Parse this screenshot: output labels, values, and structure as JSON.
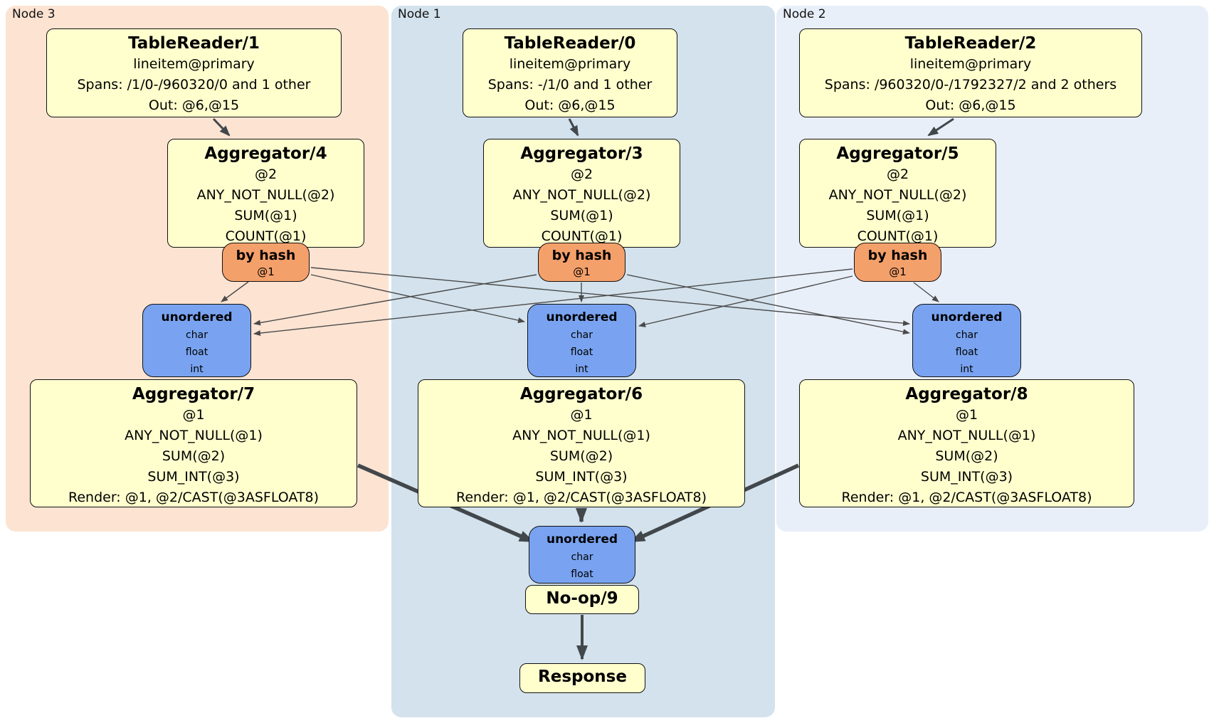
{
  "regions": [
    {
      "id": "node3",
      "label": "Node 3",
      "bg": "#fce3d2"
    },
    {
      "id": "node1",
      "label": "Node 1",
      "bg": "#d3e2ed"
    },
    {
      "id": "node2",
      "label": "Node 2",
      "bg": "#e9eff9"
    }
  ],
  "colors": {
    "processor_bg": "#ffffce",
    "router_bg": "#f4a06b",
    "sync_bg": "#79a3f0",
    "edge": "#444444",
    "page_bg": "#ffffff"
  },
  "processors": {
    "tr1": {
      "title": "TableReader/1",
      "lines": [
        "lineitem@primary",
        "Spans: /1/0-/960320/0 and 1 other",
        "Out: @6,@15"
      ]
    },
    "tr0": {
      "title": "TableReader/0",
      "lines": [
        "lineitem@primary",
        "Spans: -/1/0 and 1 other",
        "Out: @6,@15"
      ]
    },
    "tr2": {
      "title": "TableReader/2",
      "lines": [
        "lineitem@primary",
        "Spans: /960320/0-/1792327/2 and 2 others",
        "Out: @6,@15"
      ]
    },
    "agg4": {
      "title": "Aggregator/4",
      "lines": [
        "@2",
        "ANY_NOT_NULL(@2)",
        "SUM(@1)",
        "COUNT(@1)"
      ]
    },
    "agg3": {
      "title": "Aggregator/3",
      "lines": [
        "@2",
        "ANY_NOT_NULL(@2)",
        "SUM(@1)",
        "COUNT(@1)"
      ]
    },
    "agg5": {
      "title": "Aggregator/5",
      "lines": [
        "@2",
        "ANY_NOT_NULL(@2)",
        "SUM(@1)",
        "COUNT(@1)"
      ]
    },
    "agg7": {
      "title": "Aggregator/7",
      "lines": [
        "@1",
        "ANY_NOT_NULL(@1)",
        "SUM(@2)",
        "SUM_INT(@3)",
        "Render: @1, @2/CAST(@3ASFLOAT8)"
      ]
    },
    "agg6": {
      "title": "Aggregator/6",
      "lines": [
        "@1",
        "ANY_NOT_NULL(@1)",
        "SUM(@2)",
        "SUM_INT(@3)",
        "Render: @1, @2/CAST(@3ASFLOAT8)"
      ]
    },
    "agg8": {
      "title": "Aggregator/8",
      "lines": [
        "@1",
        "ANY_NOT_NULL(@1)",
        "SUM(@2)",
        "SUM_INT(@3)",
        "Render: @1, @2/CAST(@3ASFLOAT8)"
      ]
    },
    "noop": {
      "title": "No-op/9"
    },
    "response": {
      "title": "Response"
    }
  },
  "routers": {
    "hash_node3": {
      "title": "by hash",
      "lines": [
        "@1"
      ]
    },
    "hash_node1": {
      "title": "by hash",
      "lines": [
        "@1"
      ]
    },
    "hash_node2": {
      "title": "by hash",
      "lines": [
        "@1"
      ]
    }
  },
  "syncs": {
    "un_node3": {
      "title": "unordered",
      "lines": [
        "char",
        "float",
        "int"
      ]
    },
    "un_node1": {
      "title": "unordered",
      "lines": [
        "char",
        "float",
        "int"
      ]
    },
    "un_node2": {
      "title": "unordered",
      "lines": [
        "char",
        "float",
        "int"
      ]
    },
    "un_final": {
      "title": "unordered",
      "lines": [
        "char",
        "float"
      ]
    }
  },
  "edges": [
    {
      "from": "TableReader/1",
      "to": "Aggregator/4"
    },
    {
      "from": "TableReader/0",
      "to": "Aggregator/3"
    },
    {
      "from": "TableReader/2",
      "to": "Aggregator/5"
    },
    {
      "from": "by hash @1 (Node 3)",
      "to": "unordered (Node 3)"
    },
    {
      "from": "by hash @1 (Node 3)",
      "to": "unordered (Node 1)"
    },
    {
      "from": "by hash @1 (Node 3)",
      "to": "unordered (Node 2)"
    },
    {
      "from": "by hash @1 (Node 1)",
      "to": "unordered (Node 3)"
    },
    {
      "from": "by hash @1 (Node 1)",
      "to": "unordered (Node 1)"
    },
    {
      "from": "by hash @1 (Node 1)",
      "to": "unordered (Node 2)"
    },
    {
      "from": "by hash @1 (Node 2)",
      "to": "unordered (Node 3)"
    },
    {
      "from": "by hash @1 (Node 2)",
      "to": "unordered (Node 1)"
    },
    {
      "from": "by hash @1 (Node 2)",
      "to": "unordered (Node 2)"
    },
    {
      "from": "Aggregator/7",
      "to": "unordered (final)"
    },
    {
      "from": "Aggregator/6",
      "to": "unordered (final)"
    },
    {
      "from": "Aggregator/8",
      "to": "unordered (final)"
    },
    {
      "from": "No-op/9",
      "to": "Response"
    }
  ]
}
